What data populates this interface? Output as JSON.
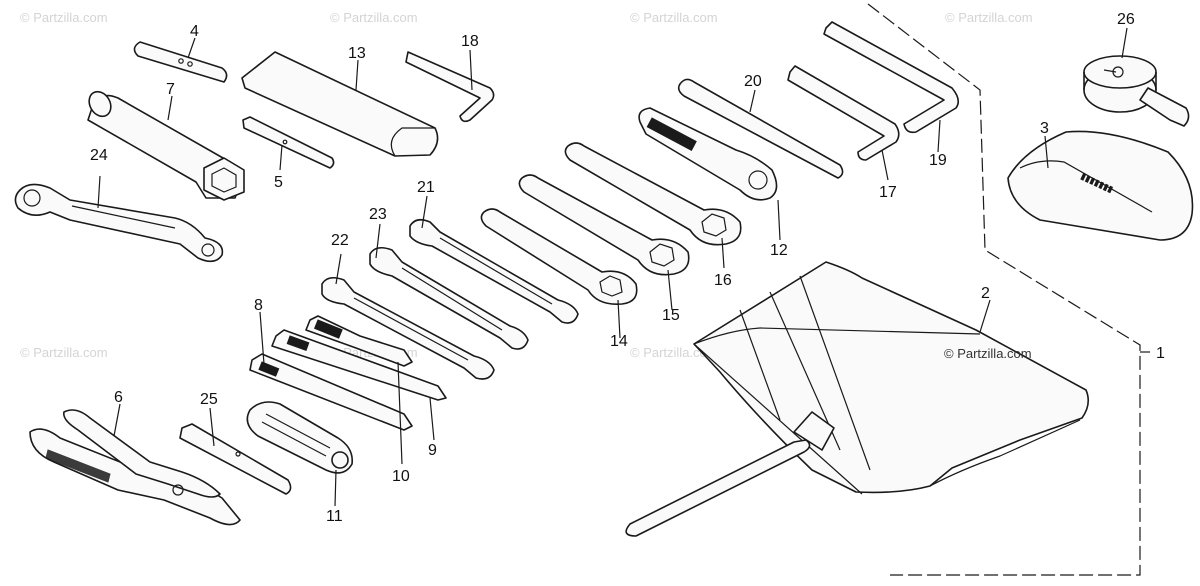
{
  "diagram": {
    "callouts": [
      "1",
      "2",
      "3",
      "4",
      "5",
      "6",
      "7",
      "8",
      "9",
      "10",
      "11",
      "12",
      "13",
      "14",
      "15",
      "16",
      "17",
      "18",
      "19",
      "20",
      "21",
      "22",
      "23",
      "24",
      "25",
      "26"
    ],
    "watermark": {
      "small": "© Partzilla.com",
      "main": "© Partzilla.com"
    },
    "colors": {
      "line": "#1a1a1a",
      "watermark": "#d4d4d4",
      "background": "#ffffff"
    }
  }
}
